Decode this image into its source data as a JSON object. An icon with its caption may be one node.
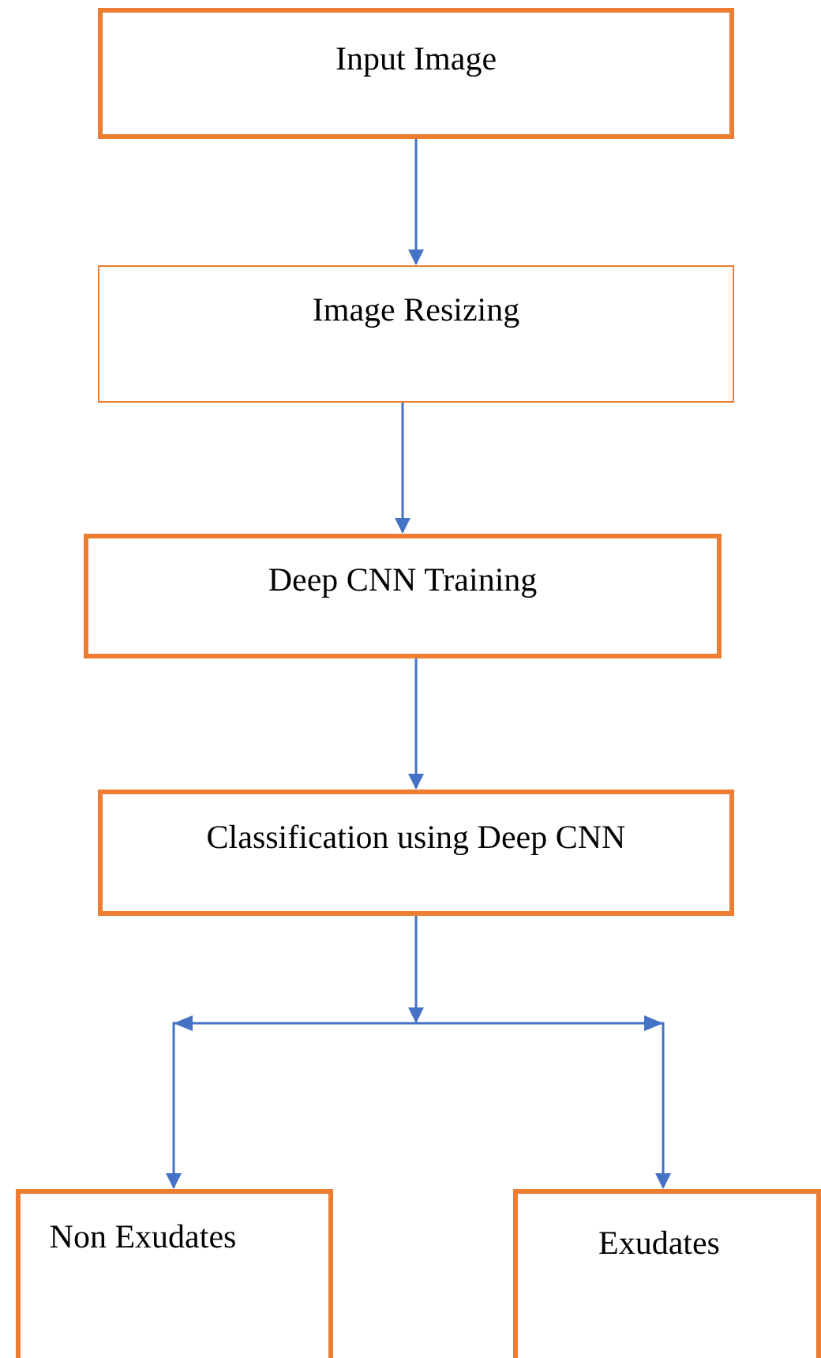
{
  "diagram": {
    "nodes": [
      {
        "text": [
          "Input Image"
        ]
      },
      {
        "text": [
          "Image Resizing"
        ]
      },
      {
        "text": [
          "Deep CNN Training"
        ]
      },
      {
        "text": [
          "Classification using Deep CNN"
        ]
      },
      {
        "text": [
          "Non Exudates"
        ]
      },
      {
        "text": [
          "Exudates"
        ]
      }
    ],
    "edges": [
      {
        "from": 0,
        "to": 1,
        "arrow": "to"
      },
      {
        "from": 1,
        "to": 2,
        "arrow": "to"
      },
      {
        "from": 2,
        "to": 3,
        "arrow": "to"
      },
      {
        "from": 3,
        "to": 4,
        "arrow": "to"
      },
      {
        "from": 3,
        "to": 5,
        "arrow": "to"
      }
    ]
  }
}
